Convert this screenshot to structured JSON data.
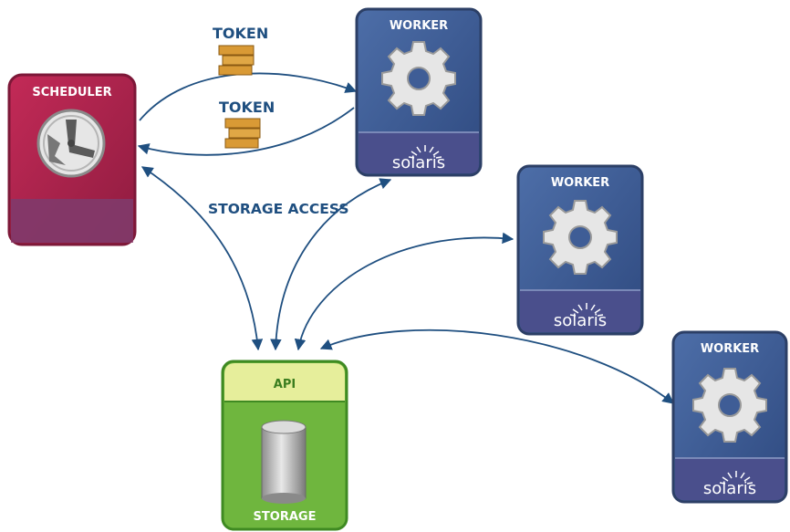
{
  "scheduler": {
    "title": "SCHEDULER"
  },
  "workers": [
    {
      "title": "WORKER",
      "logo": "solaris"
    },
    {
      "title": "WORKER",
      "logo": "solaris"
    },
    {
      "title": "WORKER",
      "logo": "solaris"
    }
  ],
  "storage": {
    "header": "API",
    "title": "STORAGE"
  },
  "labels": {
    "token_top": "TOKEN",
    "token_bottom": "TOKEN",
    "storage_access": "STORAGE ACCESS"
  },
  "colors": {
    "scheduler": "#b3244f",
    "worker": "#3f5d96",
    "storage": "#6fb63e",
    "api": "#e6ee9b",
    "arrow": "#1f4f80",
    "label": "#1f4f80",
    "token": "#d99a35"
  },
  "icons": {
    "scheduler": "clock-icon",
    "worker": "gear-icon",
    "storage": "database-cylinder-icon",
    "token": "token-icon"
  }
}
